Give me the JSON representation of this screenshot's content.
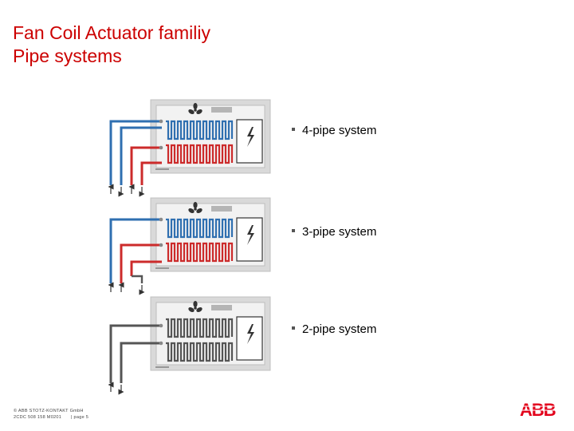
{
  "title": {
    "line1": "Fan Coil Actuator familiy",
    "line2": "Pipe systems"
  },
  "systems": [
    {
      "label": "4-pipe system"
    },
    {
      "label": "3-pipe system"
    },
    {
      "label": "2-pipe system"
    }
  ],
  "footer": {
    "copyright": "© ABB STOTZ-KONTAKT GmbH",
    "doc_number": "2CDC 508 158 M0201",
    "page": "| page 5"
  },
  "logo": {
    "text": "ABB"
  },
  "colors": {
    "title": "#cc0000",
    "cold_pipe": "#2f6fb0",
    "hot_pipe": "#cc2b2b",
    "shared_pipe": "#555555",
    "logo": "#e2001a"
  }
}
